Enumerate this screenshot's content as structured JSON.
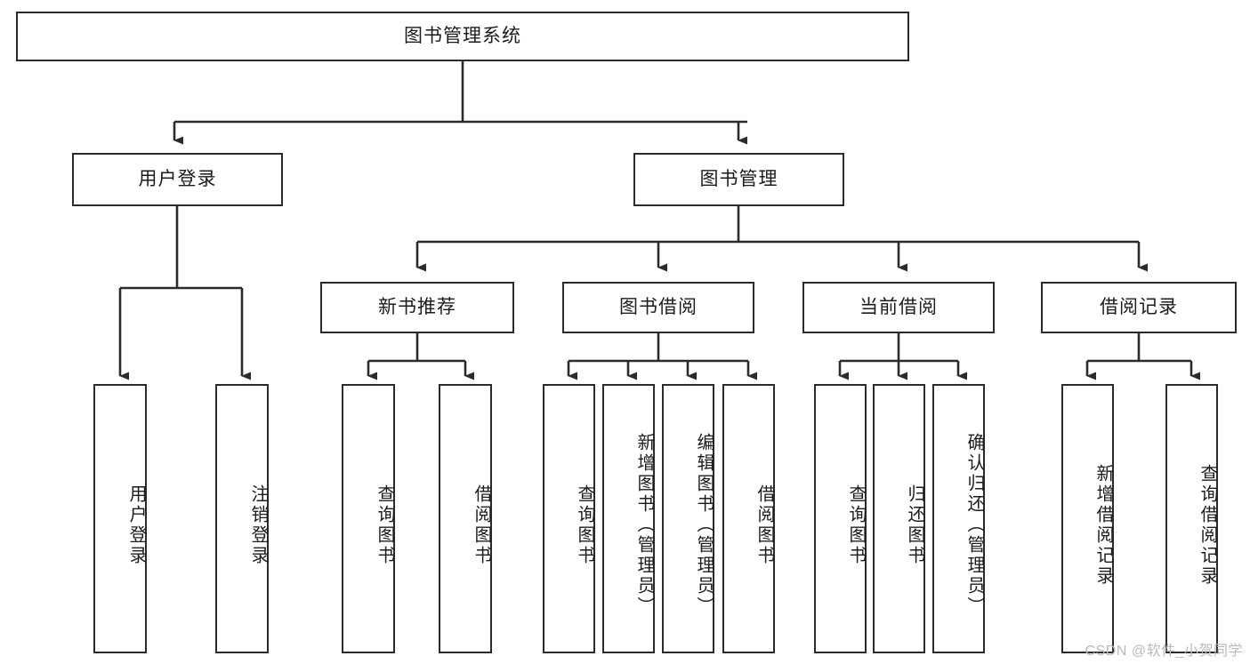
{
  "diagram": {
    "title": "图书管理系统",
    "type": "tree",
    "watermark": "CSDN @软件_小贺同学",
    "colors": {
      "stroke": "#2b2b2b",
      "fill": "#ffffff",
      "text": "#1c1c1c",
      "watermark": "#b9b9b9"
    },
    "nodes": {
      "root": {
        "label": "图书管理系统",
        "orientation": "horizontal"
      },
      "l1": [
        {
          "id": "user_login",
          "label": "用户登录",
          "orientation": "horizontal"
        },
        {
          "id": "book_manage",
          "label": "图书管理",
          "orientation": "horizontal"
        }
      ],
      "l2": [
        {
          "id": "new_book_rec",
          "label": "新书推荐",
          "orientation": "horizontal",
          "parent": "book_manage"
        },
        {
          "id": "book_borrow",
          "label": "图书借阅",
          "orientation": "horizontal",
          "parent": "book_manage"
        },
        {
          "id": "current_borrow",
          "label": "当前借阅",
          "orientation": "horizontal",
          "parent": "book_manage"
        },
        {
          "id": "borrow_record",
          "label": "借阅记录",
          "orientation": "horizontal",
          "parent": "book_manage"
        }
      ],
      "leaves": [
        {
          "id": "leaf_user_login",
          "label": "用户登录",
          "orientation": "vertical",
          "parent": "user_login"
        },
        {
          "id": "leaf_user_logout",
          "label": "注销登录",
          "orientation": "vertical",
          "parent": "user_login"
        },
        {
          "id": "leaf_query_book_1",
          "label": "查询图书",
          "orientation": "vertical",
          "parent": "new_book_rec"
        },
        {
          "id": "leaf_borrow_book_1",
          "label": "借阅图书",
          "orientation": "vertical",
          "parent": "new_book_rec"
        },
        {
          "id": "leaf_query_book_2",
          "label": "查询图书",
          "orientation": "vertical",
          "parent": "book_borrow"
        },
        {
          "id": "leaf_add_book",
          "label": "新增图书（管理员）",
          "orientation": "vertical",
          "parent": "book_borrow"
        },
        {
          "id": "leaf_edit_book",
          "label": "编辑图书（管理员）",
          "orientation": "vertical",
          "parent": "book_borrow"
        },
        {
          "id": "leaf_borrow_book_2",
          "label": "借阅图书",
          "orientation": "vertical",
          "parent": "book_borrow"
        },
        {
          "id": "leaf_query_book_3",
          "label": "查询图书",
          "orientation": "vertical",
          "parent": "current_borrow"
        },
        {
          "id": "leaf_return_book",
          "label": "归还图书",
          "orientation": "vertical",
          "parent": "current_borrow"
        },
        {
          "id": "leaf_confirm_return",
          "label": "确认归还（管理员）",
          "orientation": "vertical",
          "parent": "current_borrow"
        },
        {
          "id": "leaf_add_record",
          "label": "新增借阅记录",
          "orientation": "vertical",
          "parent": "borrow_record"
        },
        {
          "id": "leaf_query_record",
          "label": "查询借阅记录",
          "orientation": "vertical",
          "parent": "borrow_record"
        }
      ]
    }
  }
}
